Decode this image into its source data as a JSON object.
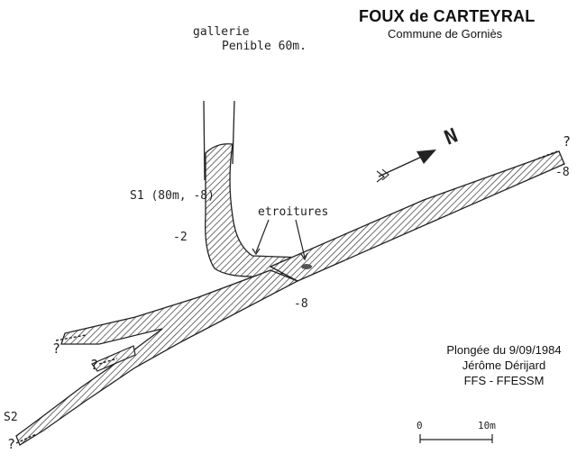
{
  "header": {
    "title": "FOUX de CARTEYRAL",
    "subtitle": "Commune de Gorniès"
  },
  "annotations": {
    "gallery_line1": "gallerie",
    "gallery_line2": "Penible 60m.",
    "sump1": "S1 (80m, -8)",
    "depth_minus2": "-2",
    "narrowings": "etroitures",
    "depth_minus8_center": "-8",
    "depth_minus8_right": "-8",
    "unknown_right": "?",
    "unknown_left_top": "?",
    "unknown_left_mid": "?",
    "unknown_bottom": "?",
    "sump2": "S2",
    "north": "N"
  },
  "credits": {
    "line1": "Plongée du 9/09/1984",
    "line2": "Jérôme Dérijard",
    "line3": "FFS - FFESSM"
  },
  "scale": {
    "start": "0",
    "end": "10m"
  },
  "colors": {
    "ink": "#222222",
    "hatch": "#333333"
  }
}
